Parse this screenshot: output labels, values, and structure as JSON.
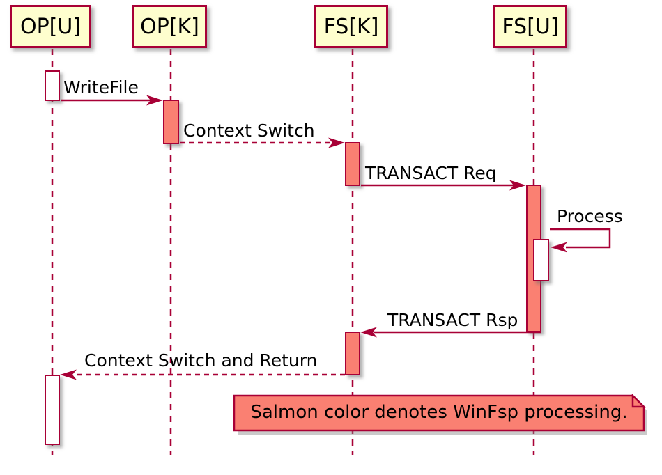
{
  "diagram": {
    "type": "sequence-diagram",
    "participants": [
      {
        "label": "OP[U]"
      },
      {
        "label": "OP[K]"
      },
      {
        "label": "FS[K]"
      },
      {
        "label": "FS[U]"
      }
    ],
    "messages": [
      {
        "label": "WriteFile",
        "from": "OP[U]",
        "to": "OP[K]",
        "line": "solid",
        "direction": "right"
      },
      {
        "label": "Context Switch",
        "from": "OP[K]",
        "to": "FS[K]",
        "line": "dashed",
        "direction": "right"
      },
      {
        "label": "TRANSACT Req",
        "from": "FS[K]",
        "to": "FS[U]",
        "line": "solid",
        "direction": "right"
      },
      {
        "label": "Process",
        "from": "FS[U]",
        "to": "FS[U]",
        "line": "solid",
        "direction": "self"
      },
      {
        "label": "TRANSACT Rsp",
        "from": "FS[U]",
        "to": "FS[K]",
        "line": "solid",
        "direction": "left"
      },
      {
        "label": "Context Switch and Return",
        "from": "FS[K]",
        "to": "OP[U]",
        "line": "dashed",
        "direction": "left"
      }
    ],
    "note": {
      "text": "Salmon color denotes WinFsp processing."
    },
    "colors": {
      "border": "#A80036",
      "participant_fill": "#FEFECE",
      "salmon_fill": "#FA8072",
      "activation_white": "#FFFFFF",
      "background": "#FFFFFF",
      "text": "#000000"
    }
  }
}
